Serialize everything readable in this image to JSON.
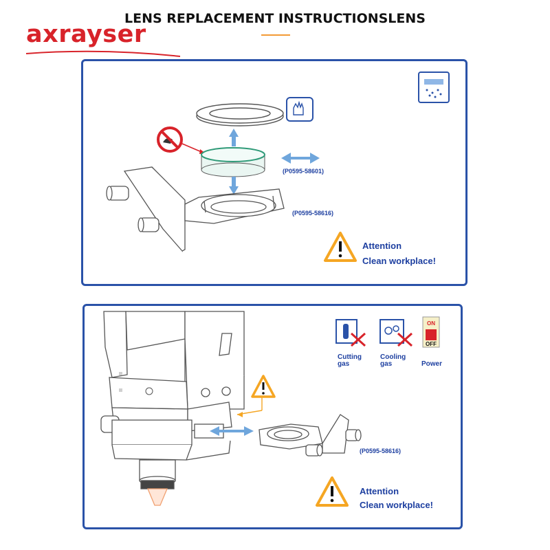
{
  "brand": {
    "logo_text": "axrayser"
  },
  "header": {
    "title": "LENS REPLACEMENT INSTRUCTIONSLENS"
  },
  "panel1": {
    "part_upper": "(P0595-58601)",
    "part_lower": "(P0595-58616)",
    "attention_title": "Attention",
    "attention_text": "Clean workplace!",
    "icons": [
      "cleanroom-icon",
      "no-touch-icon",
      "glove-hand-icon",
      "warning-icon"
    ]
  },
  "panel2": {
    "part": "(P0595-58616)",
    "attention_title": "Attention",
    "attention_text": "Clean workplace!",
    "cutting_gas_label_1": "Cutting",
    "cutting_gas_label_2": "gas",
    "cooling_gas_label_1": "Cooling",
    "cooling_gas_label_2": "gas",
    "power_label": "Power",
    "switch_on": "ON",
    "switch_off": "OFF",
    "icons": [
      "gas-cylinder-icon",
      "cooling-icon",
      "power-switch-icon",
      "warning-icon"
    ]
  },
  "colors": {
    "brand_red": "#d8232a",
    "panel_border": "#2a52a8",
    "label_blue": "#1d3fa0",
    "arrow_blue": "#6fa6dc",
    "warning_orange": "#f5a623"
  }
}
